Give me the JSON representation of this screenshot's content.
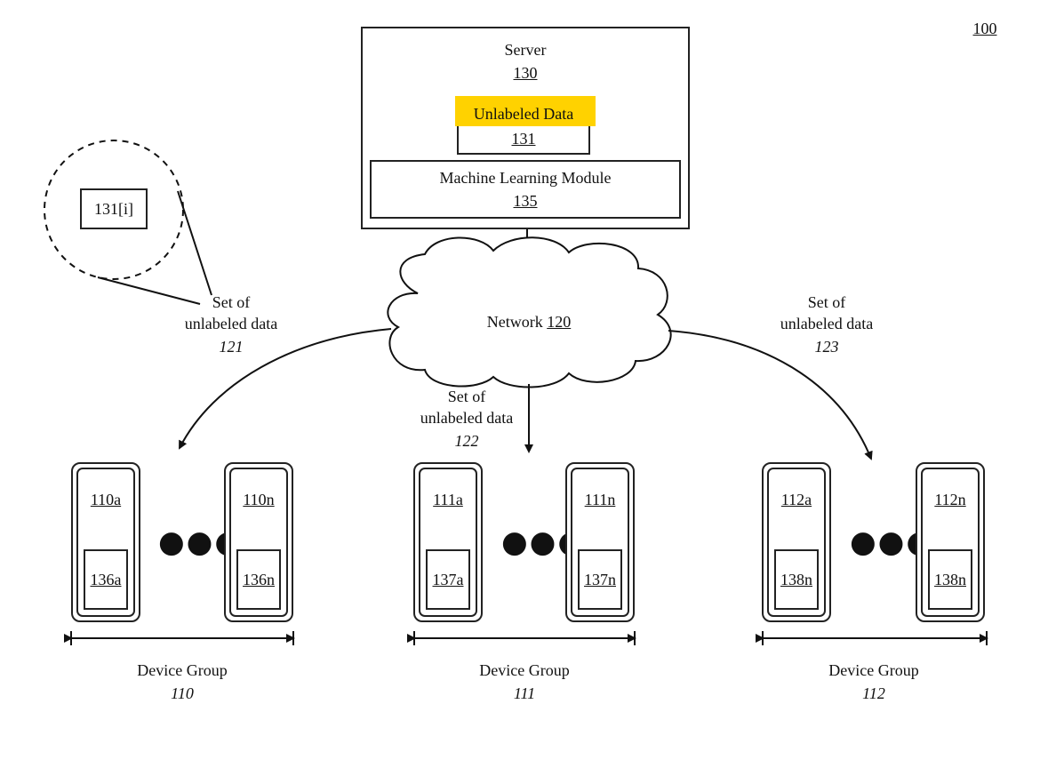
{
  "figure_ref": "100",
  "server": {
    "title": "Server",
    "ref": "130",
    "unlabeled_data": {
      "title": "Unlabeled Data",
      "ref": "131",
      "highlight_color": "#FFD200"
    },
    "ml_module": {
      "title": "Machine Learning Module",
      "ref": "135"
    }
  },
  "network": {
    "title": "Network",
    "ref": "120"
  },
  "data_item": {
    "label": "131[i]"
  },
  "data_sets": [
    {
      "line1": "Set of",
      "line2": "unlabeled data",
      "ref": "121"
    },
    {
      "line1": "Set of",
      "line2": "unlabeled data",
      "ref": "122"
    },
    {
      "line1": "Set of",
      "line2": "unlabeled data",
      "ref": "123"
    }
  ],
  "device_groups": [
    {
      "title": "Device Group",
      "ref": "110",
      "devices": [
        {
          "id": "110a",
          "module": "136a"
        },
        {
          "id": "110n",
          "module": "136n"
        }
      ]
    },
    {
      "title": "Device Group",
      "ref": "111",
      "devices": [
        {
          "id": "111a",
          "module": "137a"
        },
        {
          "id": "111n",
          "module": "137n"
        }
      ]
    },
    {
      "title": "Device Group",
      "ref": "112",
      "devices": [
        {
          "id": "112a",
          "module": "138n"
        },
        {
          "id": "112n",
          "module": "138n"
        }
      ]
    }
  ],
  "ellipsis": "●●●"
}
